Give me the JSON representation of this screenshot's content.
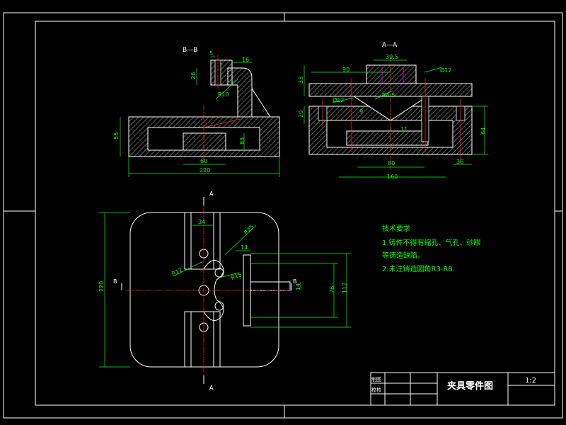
{
  "colors": {
    "background": "#000000",
    "outline": "#ffffff",
    "dimension": "#00ff00",
    "centerline": "#ff2020",
    "hatch": "#ffffff",
    "notes": "#00ff00",
    "hole": "#ff00ff"
  },
  "views": {
    "section_bb": {
      "label": "B—B",
      "dims": [
        "5",
        "16",
        "26",
        "R10",
        "55",
        "83",
        "60",
        "220"
      ]
    },
    "section_aa": {
      "label": "A—A",
      "dims": [
        "39.5",
        "90",
        "Ø12",
        "35",
        "20",
        "Ø12",
        "R4.5",
        "9",
        "11",
        "64",
        "80",
        "160",
        "36"
      ]
    },
    "plan_view": {
      "dims": [
        "34",
        "R25",
        "14",
        "R12",
        "R15",
        "76",
        "112",
        "14",
        "220"
      ],
      "cut_markers": [
        "A",
        "A",
        "B",
        "B"
      ]
    }
  },
  "notes": {
    "title": "技术要求",
    "line1a": "1.铸件不得有缩孔、气孔、砂眼",
    "line1b": "等铸造缺陷。",
    "line2": "2.未注铸造圆角R3-R8."
  },
  "title_block": {
    "drawing_name": "夹具零件图",
    "scale": "1:2",
    "row_label_1": "制图",
    "row_label_2": "校核"
  }
}
